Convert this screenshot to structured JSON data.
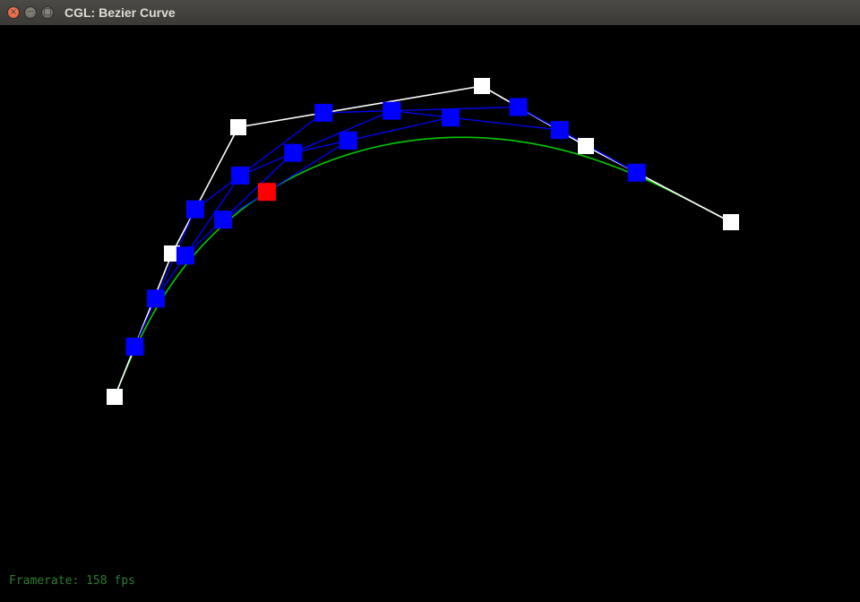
{
  "window": {
    "title": "CGL: Bezier Curve",
    "close_glyph": "×",
    "minimize_glyph": "−",
    "maximize_glyph": "□"
  },
  "status": {
    "framerate_text": "Framerate: 158 fps"
  },
  "colors": {
    "background": "#000000",
    "control_polygon": "#ffffff",
    "intermediate": "#0000ff",
    "evaluated_point": "#ff0000",
    "curve": "#00cc00",
    "framerate_text": "#2e7d32"
  },
  "scene": {
    "curve_param_t": 0.35
  }
}
